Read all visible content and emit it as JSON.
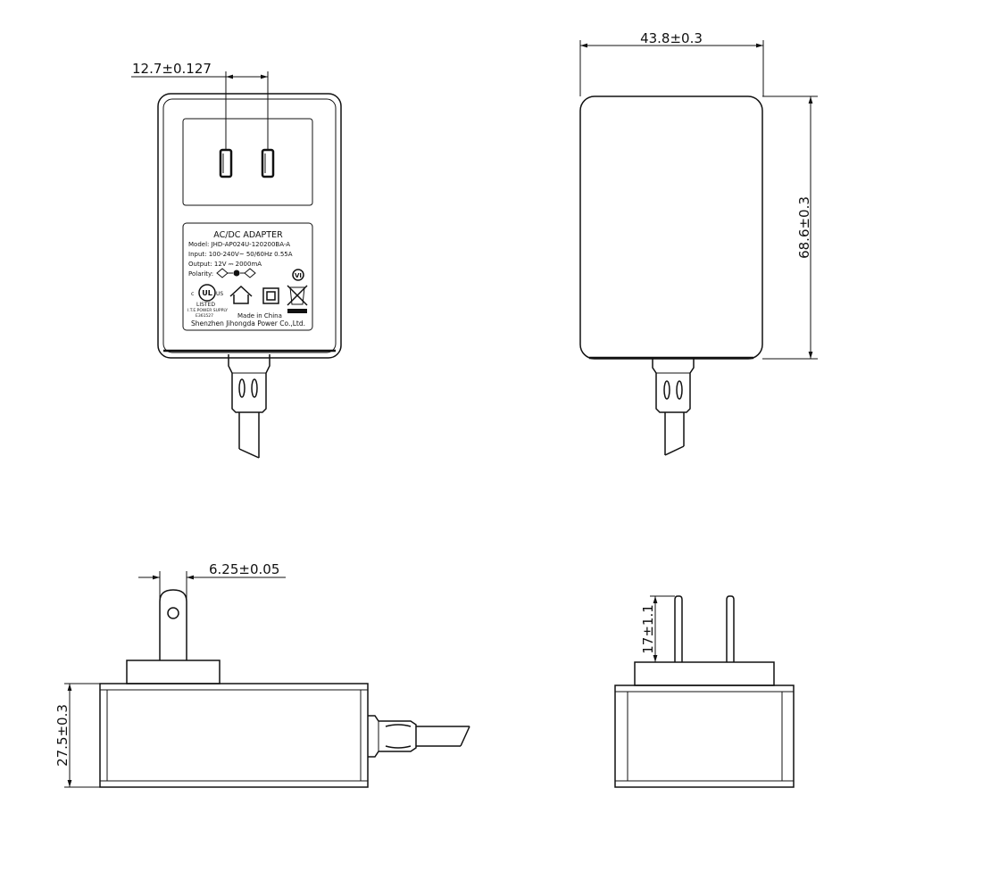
{
  "dimensions": {
    "pin_spacing": "12.7±0.127",
    "width": "43.8±0.3",
    "height": "68.6±0.3",
    "pin_thickness": "6.25±0.05",
    "depth": "27.5±0.3",
    "pin_length": "17±1.1"
  },
  "label": {
    "title": "AC/DC  ADAPTER",
    "model": "Model: JHD-AP024U-120200BA-A",
    "input": "Input: 100-240V~  50/60Hz  0.55A",
    "output": "Output: 12V ⎓ 2000mA",
    "polarity": "Polarity:",
    "cert_left": "c",
    "cert_ul": "UL",
    "cert_right": "US",
    "listed": "LISTED",
    "ite": "I.T.E.POWER SUPPLY",
    "file_no": "E361527",
    "made_in": "Made in China",
    "manufacturer": "Shenzhen Jihongda Power Co.,Ltd.",
    "vi_mark": "VI"
  }
}
